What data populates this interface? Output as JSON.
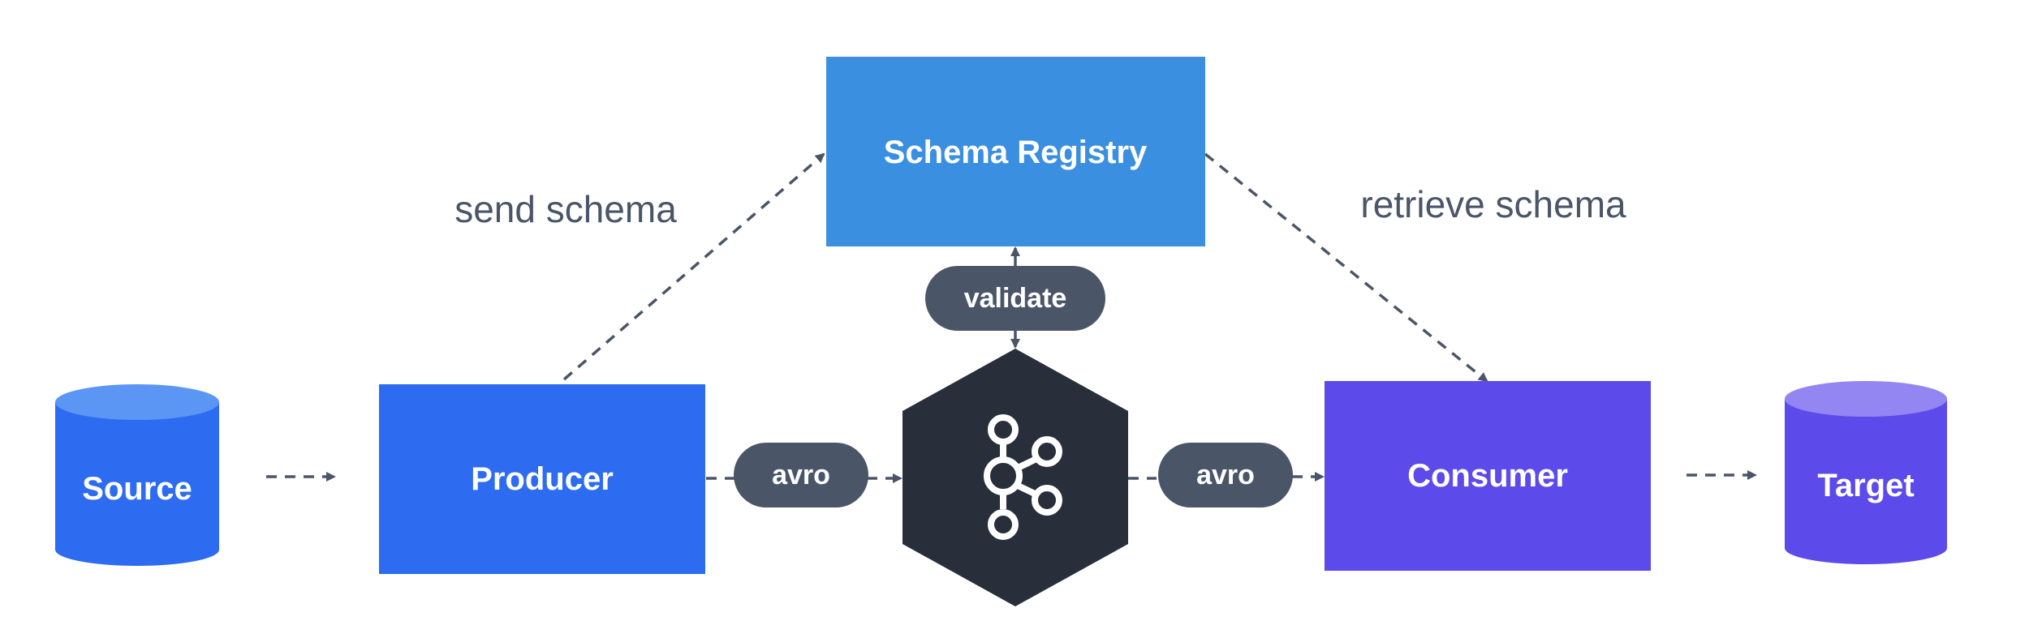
{
  "nodes": {
    "source": {
      "label": "Source",
      "color": "#2d6cf0",
      "top_color": "#5b96f5"
    },
    "producer": {
      "label": "Producer",
      "color": "#2d6cf0"
    },
    "schema_registry": {
      "label": "Schema Registry",
      "color": "#3b8fe0"
    },
    "kafka": {
      "icon": "kafka-logo-icon",
      "color": "#282e3a"
    },
    "consumer": {
      "label": "Consumer",
      "color": "#5d4aeb"
    },
    "target": {
      "label": "Target",
      "color": "#5d4aeb",
      "top_color": "#9385f2"
    }
  },
  "badges": {
    "validate": "validate",
    "avro_left": "avro",
    "avro_right": "avro",
    "color": "#4b5568"
  },
  "edge_labels": {
    "send_schema": "send schema",
    "retrieve_schema": "retrieve schema"
  }
}
